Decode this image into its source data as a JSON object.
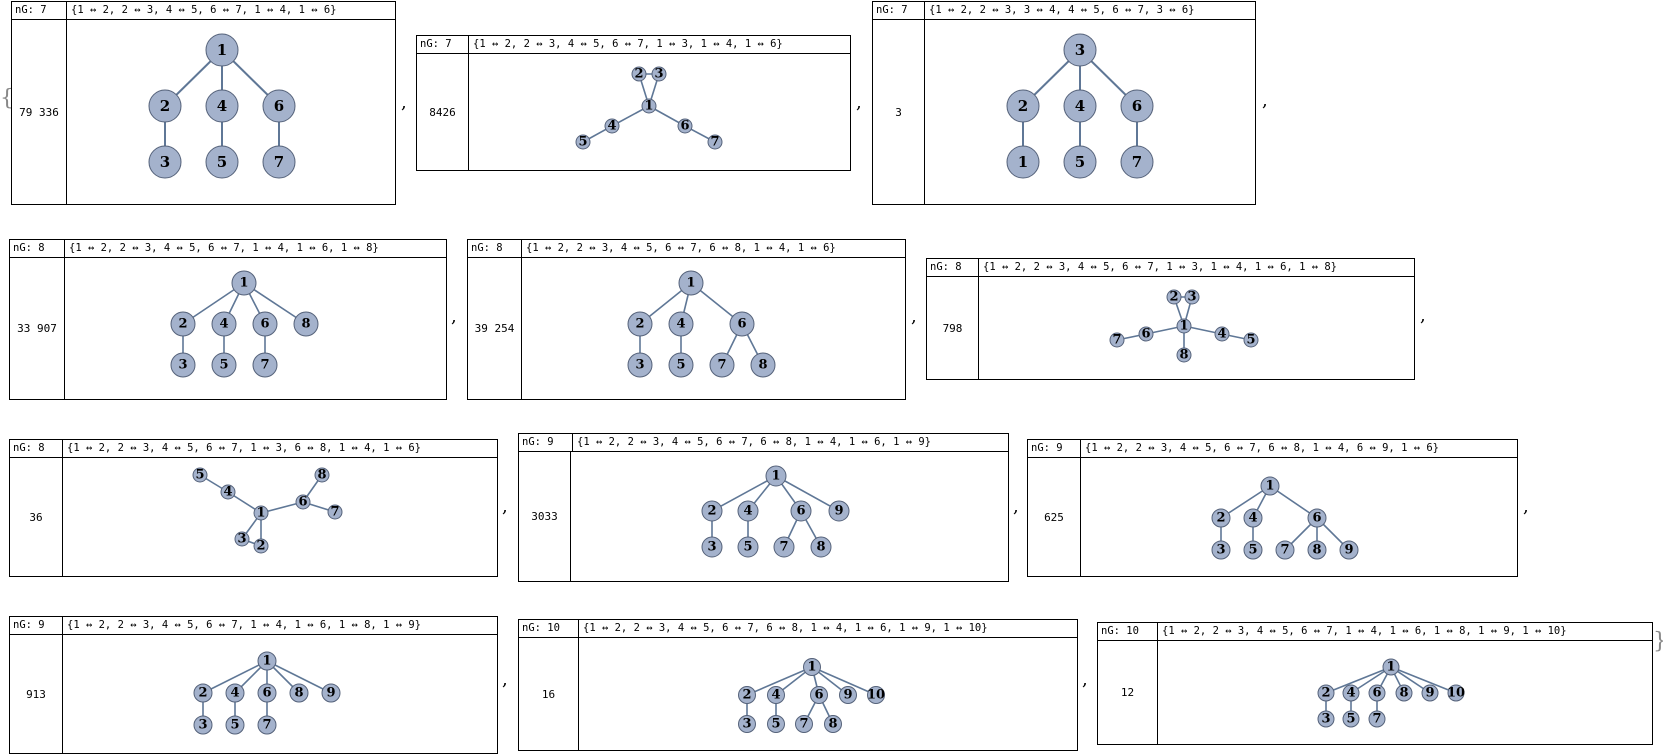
{
  "open_brace": "{",
  "close_brace": "}",
  "separator": ",",
  "colors": {
    "node_fill": "#a4b2cc",
    "node_stroke": "#55627a",
    "edge": "#5f7796",
    "text": "#000000"
  },
  "entries": [
    {
      "ng": "nG: 7",
      "edges": "{1 ↔ 2, 2 ↔ 3, 4 ↔ 5, 6 ↔ 7, 1 ↔ 4, 1 ↔ 6}",
      "count": "79 336",
      "nodes": [
        [
          "1",
          155,
          30
        ],
        [
          "2",
          98,
          86
        ],
        [
          "4",
          155,
          86
        ],
        [
          "6",
          212,
          86
        ],
        [
          "3",
          98,
          142
        ],
        [
          "5",
          155,
          142
        ],
        [
          "7",
          212,
          142
        ]
      ],
      "links": [
        [
          "1",
          "2"
        ],
        [
          "1",
          "4"
        ],
        [
          "1",
          "6"
        ],
        [
          "2",
          "3"
        ],
        [
          "4",
          "5"
        ],
        [
          "6",
          "7"
        ]
      ]
    },
    {
      "ng": "nG: 7",
      "edges": "{1 ↔ 2, 2 ↔ 3, 4 ↔ 5, 6 ↔ 7, 1 ↔ 3, 1 ↔ 4, 1 ↔ 6}",
      "count": "8426",
      "nodes": [
        [
          "2",
          170,
          20
        ],
        [
          "3",
          190,
          20
        ],
        [
          "1",
          180,
          52
        ],
        [
          "4",
          143,
          72
        ],
        [
          "6",
          216,
          72
        ],
        [
          "5",
          114,
          88
        ],
        [
          "7",
          246,
          88
        ]
      ],
      "links": [
        [
          "2",
          "3"
        ],
        [
          "1",
          "2"
        ],
        [
          "1",
          "3"
        ],
        [
          "1",
          "4"
        ],
        [
          "4",
          "5"
        ],
        [
          "1",
          "6"
        ],
        [
          "6",
          "7"
        ]
      ]
    },
    {
      "ng": "nG: 7",
      "edges": "{1 ↔ 2, 2 ↔ 3, 3 ↔ 4, 4 ↔ 5, 6 ↔ 7, 3 ↔ 6}",
      "count": "3",
      "nodes": [
        [
          "3",
          155,
          30
        ],
        [
          "2",
          98,
          86
        ],
        [
          "4",
          155,
          86
        ],
        [
          "6",
          212,
          86
        ],
        [
          "1",
          98,
          142
        ],
        [
          "5",
          155,
          142
        ],
        [
          "7",
          212,
          142
        ]
      ],
      "links": [
        [
          "3",
          "2"
        ],
        [
          "3",
          "4"
        ],
        [
          "3",
          "6"
        ],
        [
          "2",
          "1"
        ],
        [
          "4",
          "5"
        ],
        [
          "6",
          "7"
        ]
      ]
    },
    {
      "ng": "nG: 8",
      "edges": "{1 ↔ 2, 2 ↔ 3, 4 ↔ 5, 6 ↔ 7, 1 ↔ 4, 1 ↔ 6, 1 ↔ 8}",
      "count": "33 907",
      "nodes": [
        [
          "1",
          179,
          25
        ],
        [
          "2",
          118,
          66
        ],
        [
          "4",
          159,
          66
        ],
        [
          "6",
          200,
          66
        ],
        [
          "8",
          241,
          66
        ],
        [
          "3",
          118,
          107
        ],
        [
          "5",
          159,
          107
        ],
        [
          "7",
          200,
          107
        ]
      ],
      "links": [
        [
          "1",
          "2"
        ],
        [
          "1",
          "4"
        ],
        [
          "1",
          "6"
        ],
        [
          "1",
          "8"
        ],
        [
          "2",
          "3"
        ],
        [
          "4",
          "5"
        ],
        [
          "6",
          "7"
        ]
      ]
    },
    {
      "ng": "nG: 8",
      "edges": "{1 ↔ 2, 2 ↔ 3, 4 ↔ 5, 6 ↔ 7, 6 ↔ 8, 1 ↔ 4, 1 ↔ 6}",
      "count": "39 254",
      "nodes": [
        [
          "1",
          169,
          25
        ],
        [
          "2",
          118,
          66
        ],
        [
          "4",
          159,
          66
        ],
        [
          "6",
          220,
          66
        ],
        [
          "3",
          118,
          107
        ],
        [
          "5",
          159,
          107
        ],
        [
          "7",
          200,
          107
        ],
        [
          "8",
          241,
          107
        ]
      ],
      "links": [
        [
          "1",
          "2"
        ],
        [
          "1",
          "4"
        ],
        [
          "1",
          "6"
        ],
        [
          "2",
          "3"
        ],
        [
          "4",
          "5"
        ],
        [
          "6",
          "7"
        ],
        [
          "6",
          "8"
        ]
      ]
    },
    {
      "ng": "nG: 8",
      "edges": "{1 ↔ 2, 2 ↔ 3, 4 ↔ 5, 6 ↔ 7, 1 ↔ 3, 1 ↔ 4, 1 ↔ 6, 1 ↔ 8}",
      "count": "798",
      "nodes": [
        [
          "2",
          195,
          20
        ],
        [
          "3",
          213,
          20
        ],
        [
          "1",
          205,
          49
        ],
        [
          "6",
          167,
          57
        ],
        [
          "7",
          138,
          63
        ],
        [
          "4",
          243,
          57
        ],
        [
          "5",
          272,
          63
        ],
        [
          "8",
          205,
          78
        ]
      ],
      "links": [
        [
          "2",
          "3"
        ],
        [
          "1",
          "2"
        ],
        [
          "1",
          "3"
        ],
        [
          "1",
          "6"
        ],
        [
          "6",
          "7"
        ],
        [
          "1",
          "4"
        ],
        [
          "4",
          "5"
        ],
        [
          "1",
          "8"
        ]
      ]
    },
    {
      "ng": "nG: 8",
      "edges": "{1 ↔ 2, 2 ↔ 3, 4 ↔ 5, 6 ↔ 7, 1 ↔ 3, 6 ↔ 8, 1 ↔ 4, 1 ↔ 6}",
      "count": "36",
      "nodes": [
        [
          "5",
          137,
          17
        ],
        [
          "4",
          165,
          34
        ],
        [
          "1",
          198,
          55
        ],
        [
          "3",
          179,
          81
        ],
        [
          "2",
          198,
          88
        ],
        [
          "6",
          240,
          44
        ],
        [
          "8",
          259,
          17
        ],
        [
          "7",
          272,
          54
        ]
      ],
      "links": [
        [
          "5",
          "4"
        ],
        [
          "4",
          "1"
        ],
        [
          "1",
          "3"
        ],
        [
          "1",
          "2"
        ],
        [
          "3",
          "2"
        ],
        [
          "1",
          "6"
        ],
        [
          "6",
          "8"
        ],
        [
          "6",
          "7"
        ]
      ]
    },
    {
      "ng": "nG: 9",
      "edges": "{1 ↔ 2, 2 ↔ 3, 4 ↔ 5, 6 ↔ 7, 6 ↔ 8, 1 ↔ 4, 1 ↔ 6, 1 ↔ 9}",
      "count": "3033",
      "nodes": [
        [
          "1",
          205,
          24
        ],
        [
          "2",
          141,
          59
        ],
        [
          "4",
          177,
          59
        ],
        [
          "6",
          230,
          59
        ],
        [
          "9",
          268,
          59
        ],
        [
          "3",
          141,
          95
        ],
        [
          "5",
          177,
          95
        ],
        [
          "7",
          213,
          95
        ],
        [
          "8",
          250,
          95
        ]
      ],
      "links": [
        [
          "1",
          "2"
        ],
        [
          "1",
          "4"
        ],
        [
          "1",
          "6"
        ],
        [
          "1",
          "9"
        ],
        [
          "2",
          "3"
        ],
        [
          "4",
          "5"
        ],
        [
          "6",
          "7"
        ],
        [
          "6",
          "8"
        ]
      ]
    },
    {
      "ng": "nG: 9",
      "edges": "{1 ↔ 2, 2 ↔ 3, 4 ↔ 5, 6 ↔ 7, 6 ↔ 8, 1 ↔ 4, 6 ↔ 9, 1 ↔ 6}",
      "count": "625",
      "nodes": [
        [
          "1",
          189,
          28
        ],
        [
          "2",
          140,
          60
        ],
        [
          "4",
          172,
          60
        ],
        [
          "6",
          236,
          60
        ],
        [
          "3",
          140,
          92
        ],
        [
          "5",
          172,
          92
        ],
        [
          "7",
          204,
          92
        ],
        [
          "8",
          236,
          92
        ],
        [
          "9",
          268,
          92
        ]
      ],
      "links": [
        [
          "1",
          "2"
        ],
        [
          "1",
          "4"
        ],
        [
          "1",
          "6"
        ],
        [
          "2",
          "3"
        ],
        [
          "4",
          "5"
        ],
        [
          "6",
          "7"
        ],
        [
          "6",
          "8"
        ],
        [
          "6",
          "9"
        ]
      ]
    },
    {
      "ng": "nG: 9",
      "edges": "{1 ↔ 2, 2 ↔ 3, 4 ↔ 5, 6 ↔ 7, 1 ↔ 4, 1 ↔ 6, 1 ↔ 8, 1 ↔ 9}",
      "count": "913",
      "nodes": [
        [
          "1",
          204,
          26
        ],
        [
          "2",
          140,
          58
        ],
        [
          "4",
          172,
          58
        ],
        [
          "6",
          204,
          58
        ],
        [
          "8",
          236,
          58
        ],
        [
          "9",
          268,
          58
        ],
        [
          "3",
          140,
          90
        ],
        [
          "5",
          172,
          90
        ],
        [
          "7",
          204,
          90
        ]
      ],
      "links": [
        [
          "1",
          "2"
        ],
        [
          "1",
          "4"
        ],
        [
          "1",
          "6"
        ],
        [
          "1",
          "8"
        ],
        [
          "1",
          "9"
        ],
        [
          "2",
          "3"
        ],
        [
          "4",
          "5"
        ],
        [
          "6",
          "7"
        ]
      ]
    },
    {
      "ng": "nG: 10",
      "edges": "{1 ↔ 2, 2 ↔ 3, 4 ↔ 5, 6 ↔ 7, 6 ↔ 8, 1 ↔ 4, 1 ↔ 6, 1 ↔ 9, 1 ↔ 10}",
      "count": "16",
      "nodes": [
        [
          "1",
          233,
          29
        ],
        [
          "2",
          168,
          57
        ],
        [
          "4",
          197,
          57
        ],
        [
          "6",
          240,
          57
        ],
        [
          "9",
          269,
          57
        ],
        [
          "10",
          297,
          57
        ],
        [
          "3",
          168,
          86
        ],
        [
          "5",
          197,
          86
        ],
        [
          "7",
          225,
          86
        ],
        [
          "8",
          254,
          86
        ]
      ],
      "links": [
        [
          "1",
          "2"
        ],
        [
          "1",
          "4"
        ],
        [
          "1",
          "6"
        ],
        [
          "1",
          "9"
        ],
        [
          "1",
          "10"
        ],
        [
          "2",
          "3"
        ],
        [
          "4",
          "5"
        ],
        [
          "6",
          "7"
        ],
        [
          "6",
          "8"
        ]
      ]
    },
    {
      "ng": "nG: 10",
      "edges": "{1 ↔ 2, 2 ↔ 3, 4 ↔ 5, 6 ↔ 7, 1 ↔ 4, 1 ↔ 6, 1 ↔ 8, 1 ↔ 9, 1 ↔ 10}",
      "count": "12",
      "nodes": [
        [
          "1",
          233,
          26
        ],
        [
          "2",
          168,
          52
        ],
        [
          "4",
          193,
          52
        ],
        [
          "6",
          219,
          52
        ],
        [
          "8",
          246,
          52
        ],
        [
          "9",
          272,
          52
        ],
        [
          "10",
          298,
          52
        ],
        [
          "3",
          168,
          78
        ],
        [
          "5",
          193,
          78
        ],
        [
          "7",
          219,
          78
        ]
      ],
      "links": [
        [
          "1",
          "2"
        ],
        [
          "1",
          "4"
        ],
        [
          "1",
          "6"
        ],
        [
          "1",
          "8"
        ],
        [
          "1",
          "9"
        ],
        [
          "1",
          "10"
        ],
        [
          "2",
          "3"
        ],
        [
          "4",
          "5"
        ],
        [
          "6",
          "7"
        ]
      ]
    }
  ]
}
